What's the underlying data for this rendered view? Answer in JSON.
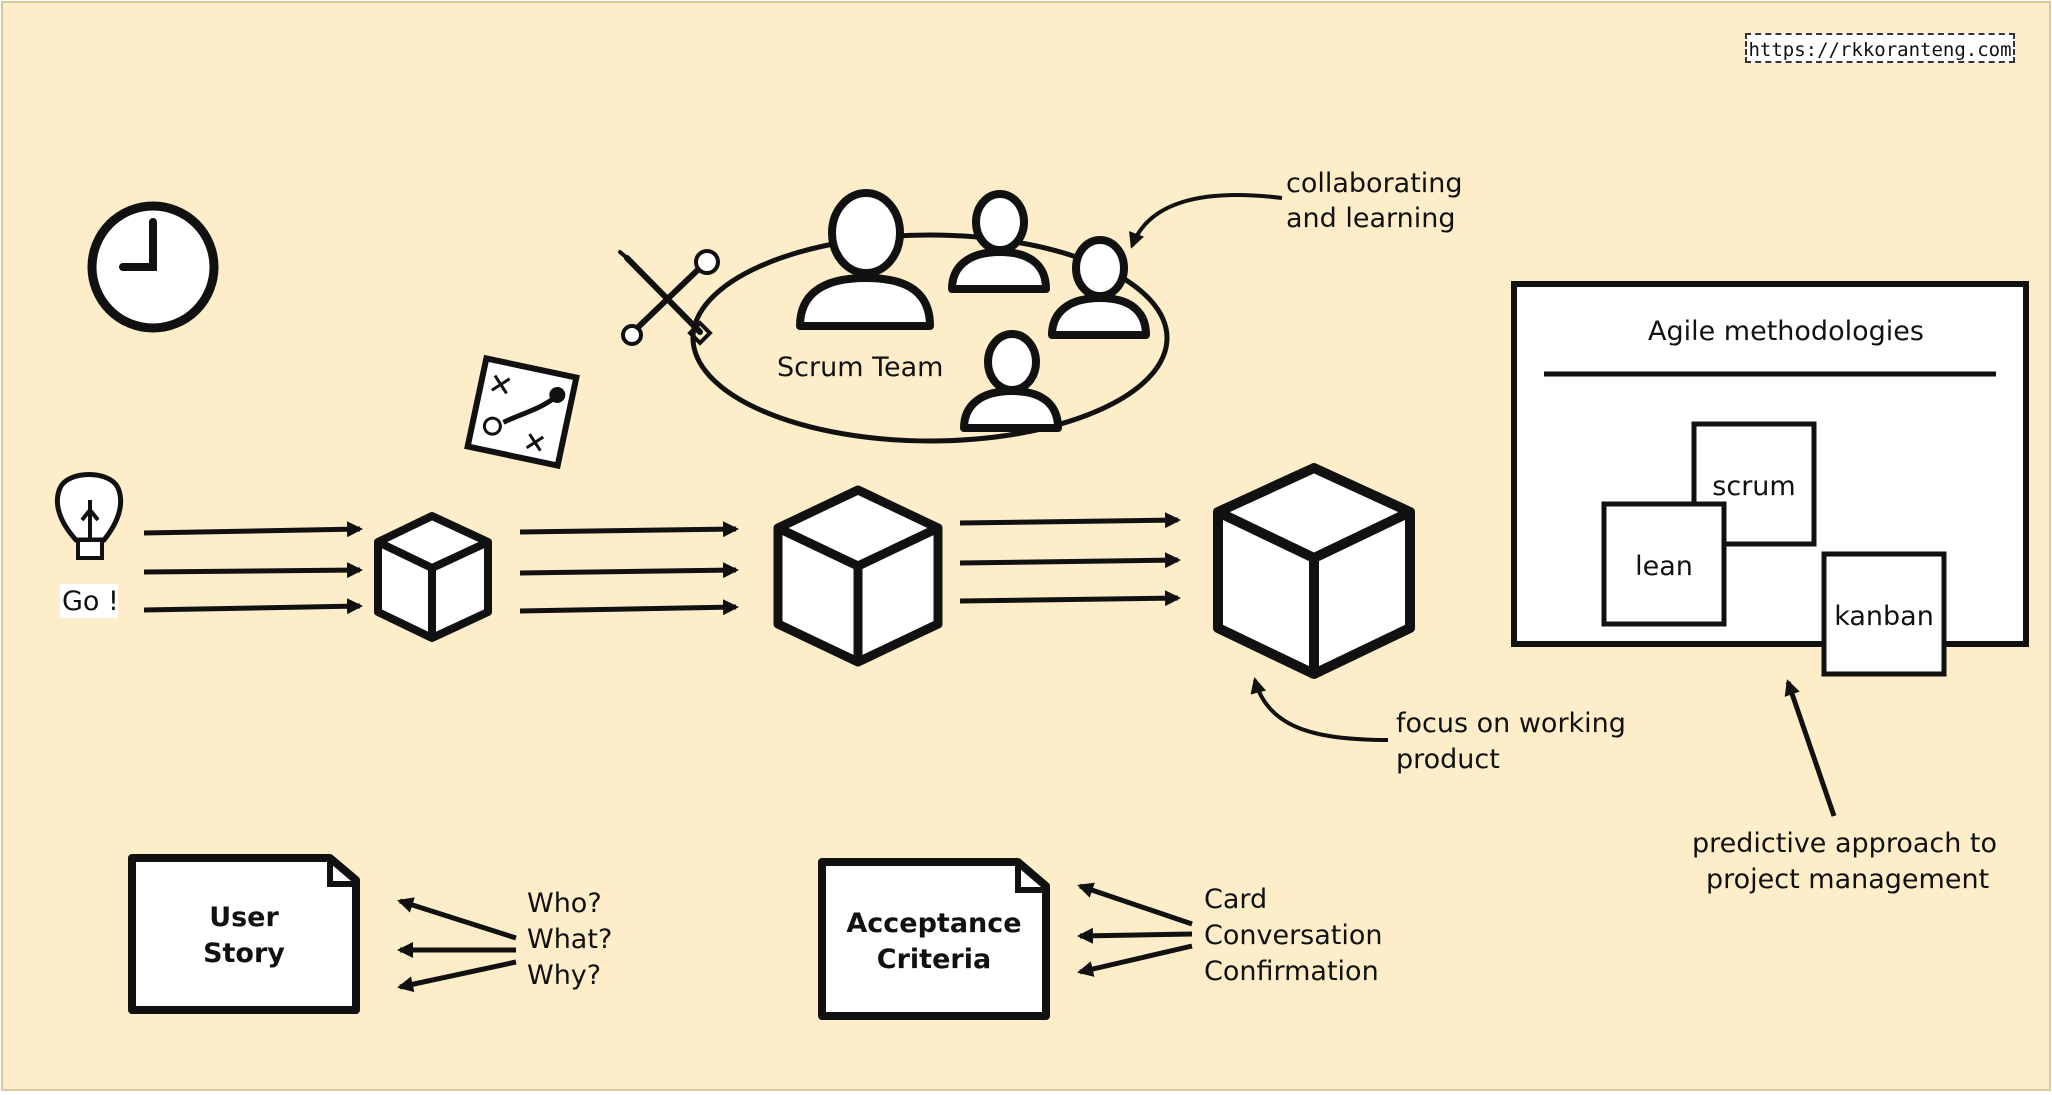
{
  "colors": {
    "background": "#fdeec9",
    "ink": "#111111",
    "paper": "#ffffff"
  },
  "url": "https://rkkoranteng.com",
  "team": {
    "label": "Scrum Team"
  },
  "callouts": {
    "collaborating": [
      "collaborating",
      "and learning"
    ],
    "focus": [
      "focus on working",
      "product"
    ],
    "predictive": [
      "predictive approach to",
      "project management"
    ]
  },
  "idea": {
    "label": "Go !"
  },
  "agile": {
    "title": "Agile methodologies",
    "cards": [
      "scrum",
      "lean",
      "kanban"
    ]
  },
  "user_story": {
    "title": [
      "User",
      "Story"
    ],
    "questions": [
      "Who?",
      "What?",
      "Why?"
    ]
  },
  "acceptance": {
    "title": [
      "Acceptance",
      "Criteria"
    ],
    "items": [
      "Card",
      "Conversation",
      "Confirmation"
    ]
  },
  "icons": [
    "clock-icon",
    "tools-icon",
    "strategy-board-icon",
    "lightbulb-icon",
    "person-icon",
    "cube-icon"
  ]
}
